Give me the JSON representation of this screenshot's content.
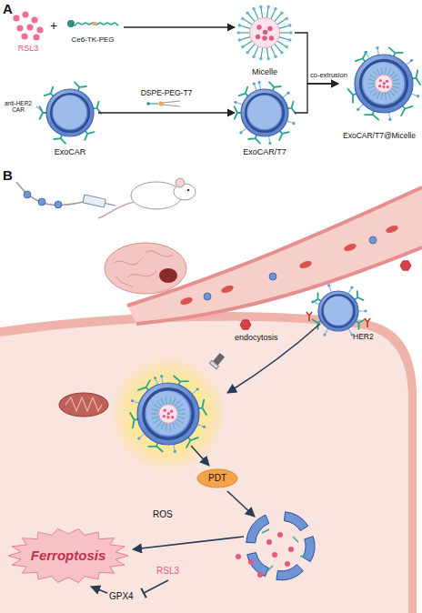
{
  "diagram": {
    "nodes": [
      {
        "text": [
          "RSL3"
        ]
      },
      {
        "text": [
          "Ce6-TK-PEG"
        ]
      },
      {
        "text": [
          "Micelle"
        ]
      },
      {
        "text": [
          "ExoCAR"
        ]
      },
      {
        "text": [
          "ExoCAR/T7"
        ]
      },
      {
        "text": [
          "ExoCAR/T7@Micelle"
        ]
      },
      {
        "text": [
          "PDT"
        ]
      },
      {
        "text": [
          "Ferroptosis"
        ]
      }
    ],
    "edges": [
      {
        "from": 1,
        "to": 2,
        "arrow": "to"
      },
      {
        "from": 3,
        "to": 4,
        "arrow": "to",
        "label": "DSPE-PEG-T7"
      },
      {
        "from": 2,
        "to": 5,
        "arrow": "to"
      },
      {
        "from": 4,
        "to": 5,
        "arrow": "to"
      }
    ],
    "labels": [
      "A",
      "+",
      "anti-HER2 CAR",
      "co-extrusion",
      "B",
      "endocytosis",
      "HER2",
      "ROS",
      "RSL3",
      "GPX4"
    ]
  }
}
